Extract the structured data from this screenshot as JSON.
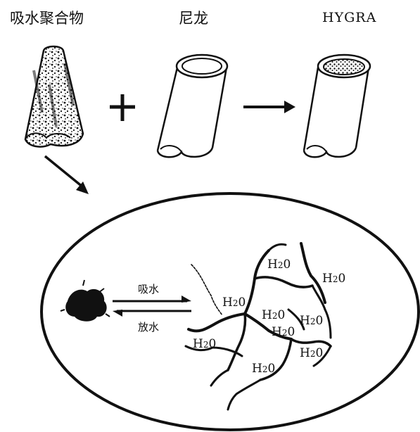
{
  "labels": {
    "polymer": "吸水聚合物",
    "nylon": "尼龙",
    "product": "HYGRA",
    "absorb": "吸水",
    "release": "放水"
  },
  "symbols": {
    "plus": "+"
  },
  "water": {
    "h": "H",
    "two": "2",
    "o": "0"
  },
  "colors": {
    "ink": "#111111",
    "paper": "#ffffff"
  }
}
